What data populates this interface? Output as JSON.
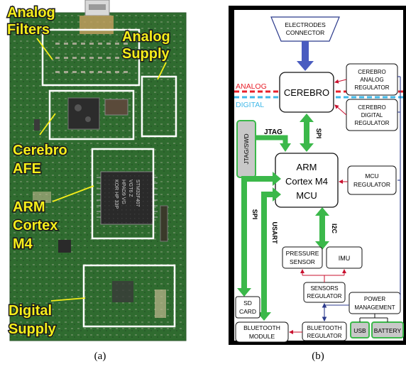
{
  "photo_labels": {
    "analog_filters_1": "Analog",
    "analog_filters_2": "Filters",
    "analog_supply_1": "Analog",
    "analog_supply_2": "Supply",
    "cerebro_afe_1": "Cerebro",
    "cerebro_afe_2": "AFE",
    "arm_1": "ARM",
    "arm_2": "Cortex",
    "arm_3": "M4",
    "digital_supply_1": "Digital",
    "digital_supply_2": "Supply"
  },
  "captions": {
    "a": "(a)",
    "b": "(b)"
  },
  "diagram": {
    "electrodes_1": "ELECTRODES",
    "electrodes_2": "CONNECTOR",
    "cerebro": "CEREBRO",
    "analog_line": "ANALOG",
    "digital_line": "DIGITAL",
    "cerebro_analog_reg_1": "CEREBRO",
    "cerebro_analog_reg_2": "ANALOG",
    "cerebro_analog_reg_3": "REGULATOR",
    "cerebro_digital_reg_1": "CEREBRO",
    "cerebro_digital_reg_2": "DIGITAL",
    "cerebro_digital_reg_3": "REGULATOR",
    "jtag_swd": "JTAG/SWD",
    "jtag_label": "JTAG",
    "spi_top": "SPI",
    "arm_1": "ARM",
    "arm_2": "Cortex M4",
    "arm_3": "MCU",
    "mcu_reg_1": "MCU",
    "mcu_reg_2": "REGULATOR",
    "spi_left": "SPI",
    "usart": "USART",
    "i2c": "I2C",
    "pressure_1": "PRESSURE",
    "pressure_2": "SENSOR",
    "imu": "IMU",
    "sensors_reg_1": "SENSORS",
    "sensors_reg_2": "REGULATOR",
    "sd_1": "SD",
    "sd_2": "CARD",
    "power_1": "POWER",
    "power_2": "MANAGEMENT",
    "bt_module_1": "BLUETOOTH",
    "bt_module_2": "MODULE",
    "bt_reg_1": "BLUETOOTH",
    "bt_reg_2": "REGULATOR",
    "usb": "USB",
    "battery": "BATTERY"
  },
  "colors": {
    "analog_line": "#e8202a",
    "digital_line": "#3fb8e8",
    "bus_green": "#3bb84a",
    "power_blue": "#2b3a8c",
    "reg_red": "#c8102e",
    "board_green": "#2f6b2f",
    "label_yellow": "#f5ee1a"
  }
}
